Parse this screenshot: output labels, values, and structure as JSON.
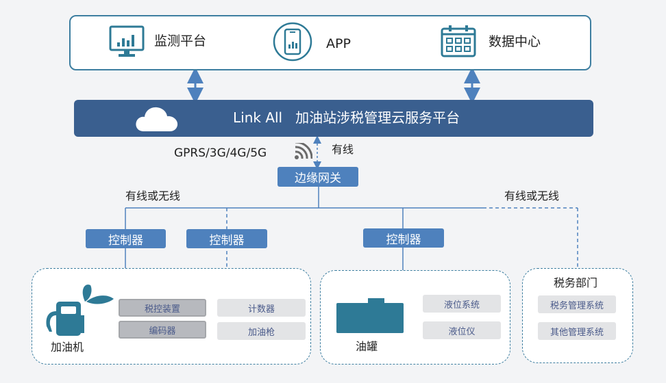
{
  "top_row": {
    "monitor_label": "监测平台",
    "app_label": "APP",
    "datacenter_label": "数据中心"
  },
  "cloud_bar": {
    "title": "Link All   加油站涉税管理云服务平台"
  },
  "connection": {
    "wireless_label": "GPRS/3G/4G/5G",
    "wired_label": "有线"
  },
  "gateway": {
    "label": "边缘网关"
  },
  "links": {
    "left_label": "有线或无线",
    "right_label": "有线或无线"
  },
  "controllers": [
    "控制器",
    "控制器",
    "控制器"
  ],
  "dispenser_group": {
    "name": "加油机",
    "chips": [
      "税控装置",
      "计数器",
      "编码器",
      "加油枪"
    ]
  },
  "tank_group": {
    "name": "油罐",
    "chips": [
      "液位系统",
      "液位仪"
    ]
  },
  "tax_group": {
    "title": "税务部门",
    "chips": [
      "税务管理系统",
      "其他管理系统"
    ]
  },
  "colors": {
    "primary": "#3a5f8f",
    "button": "#4e81bd",
    "icon": "#2e7a96",
    "border": "#3d7ea0"
  }
}
